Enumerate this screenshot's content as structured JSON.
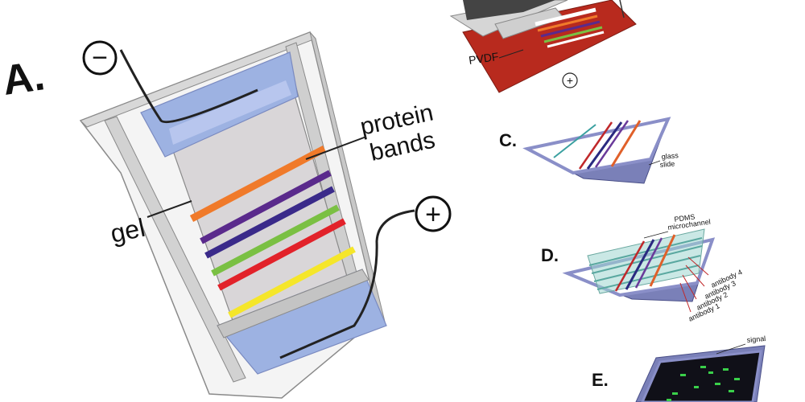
{
  "panels": {
    "a": {
      "letter": "A.",
      "minus": "−",
      "plus": "+",
      "gel": "gel",
      "protein": "protein",
      "bands": "bands",
      "band_colors": [
        "#f07a2a",
        "#5a2a8c",
        "#3a2a8a",
        "#7ac043",
        "#e2222a",
        "#f5e62a"
      ]
    },
    "b": {
      "pvdf": "PVDF",
      "plus": "+",
      "band_colors": [
        "#f07a2a",
        "#5a2a8c",
        "#3a2a8a",
        "#7ac043",
        "#e2222a",
        "#f5e62a"
      ]
    },
    "c": {
      "letter": "C.",
      "glass_line1": "glass",
      "glass_line2": "slide",
      "band_colors": [
        "#3aa0a0",
        "#c0282a",
        "#2a2a80",
        "#6a3a9a",
        "#e0602a"
      ]
    },
    "d": {
      "letter": "D.",
      "pdms_line1": "PDMS",
      "pdms_line2": "microchannel",
      "antibodies": [
        "antibody 4",
        "antibody 3",
        "antibody 2",
        "antibody 1"
      ]
    },
    "e": {
      "letter": "E.",
      "signal": "signal"
    }
  }
}
